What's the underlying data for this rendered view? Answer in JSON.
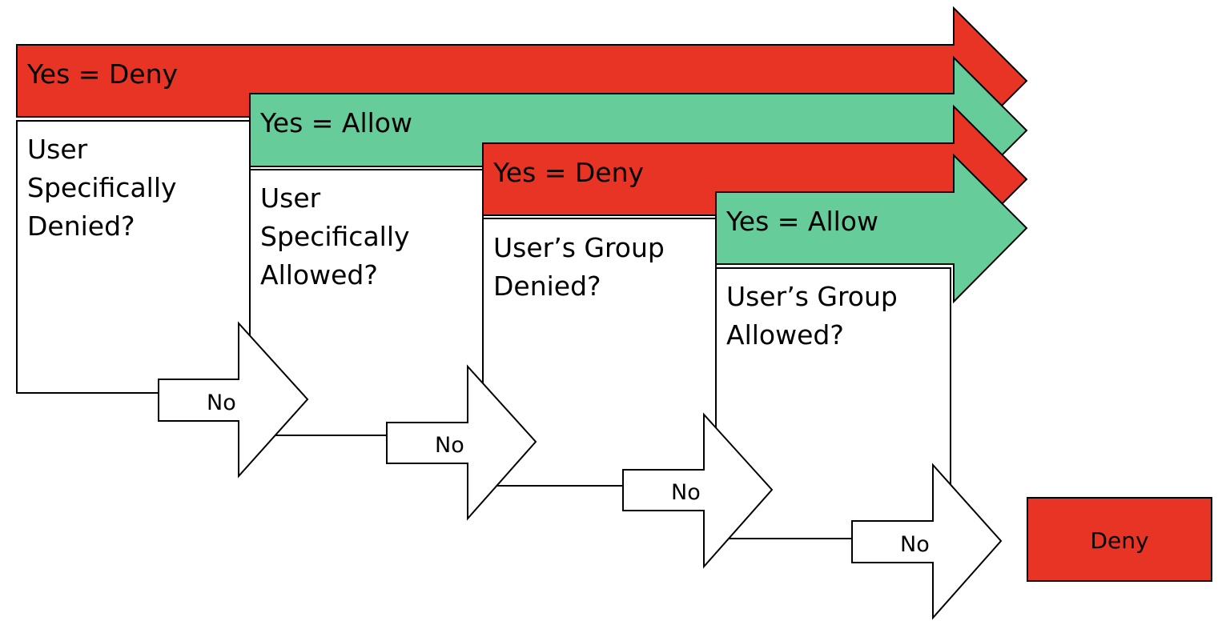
{
  "colors": {
    "deny": "#e83425",
    "allow": "#66cc9a",
    "box": "#ffffff",
    "stroke": "#000000"
  },
  "steps": [
    {
      "banner": {
        "text": "Yes = Deny",
        "color": "deny"
      },
      "question": [
        "User",
        "Specifically",
        "Denied?"
      ],
      "no_label": "No"
    },
    {
      "banner": {
        "text": "Yes = Allow",
        "color": "allow"
      },
      "question": [
        "User",
        "Specifically",
        "Allowed?"
      ],
      "no_label": "No"
    },
    {
      "banner": {
        "text": "Yes = Deny",
        "color": "deny"
      },
      "question": [
        "User’s Group",
        "Denied?"
      ],
      "no_label": "No"
    },
    {
      "banner": {
        "text": "Yes = Allow",
        "color": "allow"
      },
      "question": [
        "User’s Group",
        "Allowed?"
      ],
      "no_label": "No"
    }
  ],
  "final": {
    "text": "Deny",
    "color": "deny"
  }
}
